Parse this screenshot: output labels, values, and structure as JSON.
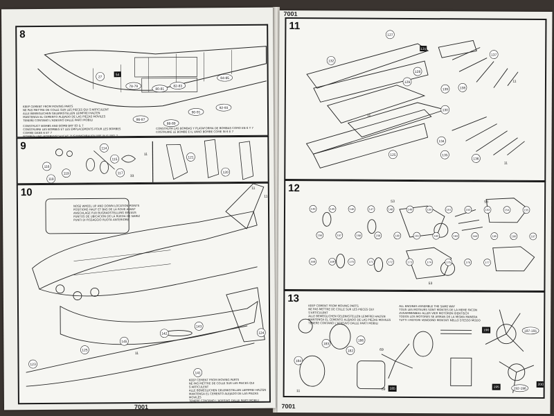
{
  "page_number": "7001",
  "steps": {
    "s8": "8",
    "s9": "9",
    "s10": "10",
    "s11": "11",
    "s12": "12",
    "s13": "13"
  },
  "notes": {
    "cement_bombs": "KEEP CEMENT FROM MOVING PARTS\nNE PAS METTRE DE COLLE SUR LES PIECES QUI S'ARTICULENT\nALLE BEWEGLICHEN GELENKSTELLEN LEIMFREI HALTEN\nMANTENGA EL CEMENTO ALEJADO DE LAS PIEZAS MOVILES\nTENERE CONTANO L'ADESIVO DALLE PARTI MOBILI",
    "bomb_bay_left": "CONSTRUCT BOMBS AND BOMB BAY 83 & 7\nCONSTRUIRE LES BOMBES ET LES EMPLACEMENTS POUR LES BOMBES COMME DANS 6 ET 7\nBOMBEN UND BOMBENSCHACHT ZUSAMMENBAUEN WIE IN 6 UND 7",
    "bomb_bay_right": "CONSTRUYA LAS BOMBAS Y PLATAFORMA DE BOMBAS COMO EN 6 Y 7\nCOSTRUIRE LE BOMBE E IL VANO BOMBE COME IN 6 E 7",
    "nose_wheel": "NOSE WHEEL UP AND DOWN LOCATION POINTS\nPOSITIONS HAUT ET BAS DE LA ROUE AVANT\nANSCHLAGE FUR BUGRADSTELLUNG EIN/AUS\nPUNTOS DE UBICACION DE LA RUEDA DE NARIZ\nPUNTI DI FISSAGGIO RUOTA ANTERIORE",
    "cement_10": "KEEP CEMENT FROM MOVING PARTS\nNE PAS METTRE DE COLLE SUR LES PIECES QUI S'ARTICULENT\nALLE BEWEGLICHEN GELENKSTELLEN LEIMFREI HALTEN\nMANTENGA EL CEMENTO ALEJADO DE LAS PIEZAS MOVILES\nTENERE CONTANO L'ADESIVO DALLE PARTI MOBILI",
    "cement_13": "KEEP CEMENT FROM MOVING PARTS\nNE PAS METTRE DE COLLE SUR LES PIECES QUI S'ARTICULENT\nALLE BEWEGLICHEN GELENKSTELLEN LEIMFREI HALTEN\nMANTENGA EL CEMENTO ALEJADO DE LAS PIEZAS MOVILES\nTENERE CONTANO L'ADESIVO DALLE PARTI MOBILI",
    "engines_13": "ALL ENGINES ASSEMBLE THE SAME WAY\nTOUS LES MOTEURS SONT MONTES DE LA MEME FACON\nZUSAMMENBAU ALLER VIER MOTOREN IDENTISCH\nTODOS LOS MOTORES SE ARMAN DE LA MISMA MANERA\nTUTTI I MOTORI VENGONO MONTATI NELLO STESSO MODO"
  },
  "callouts": {
    "p8": [
      "27",
      "54",
      "78-79",
      "80-81",
      "82-83",
      "84-85",
      "86-87",
      "88-89",
      "90-91",
      "92-93"
    ],
    "p9": [
      "116",
      "118",
      "119",
      "114",
      "115",
      "117",
      "33",
      "11",
      "120",
      "121"
    ],
    "p10": [
      "123",
      "124",
      "125",
      "141",
      "142",
      "143",
      "145",
      "11",
      "11",
      "11"
    ],
    "p11": [
      "127",
      "128",
      "129",
      "130",
      "131",
      "132",
      "134",
      "135",
      "136",
      "137",
      "138",
      "139",
      "125",
      "11",
      "11",
      "11"
    ],
    "p12": [
      "53",
      "53",
      "53",
      "140",
      "145",
      "146",
      "147",
      "148",
      "149",
      "150",
      "151",
      "152",
      "153",
      "154",
      "155",
      "156",
      "157",
      "158",
      "159",
      "160",
      "161",
      "162",
      "163",
      "164",
      "165",
      "166",
      "167",
      "168",
      "169",
      "170",
      "171",
      "172",
      "173",
      "174",
      "175",
      "176",
      "177"
    ],
    "p13": [
      "182",
      "183",
      "184",
      "185",
      "186",
      "187-191",
      "190",
      "192-196",
      "195",
      "200",
      "69",
      "69",
      "11"
    ]
  },
  "colors": {
    "paper": "#efefea",
    "ink": "#1b1b1b",
    "background": "#3a3430"
  }
}
